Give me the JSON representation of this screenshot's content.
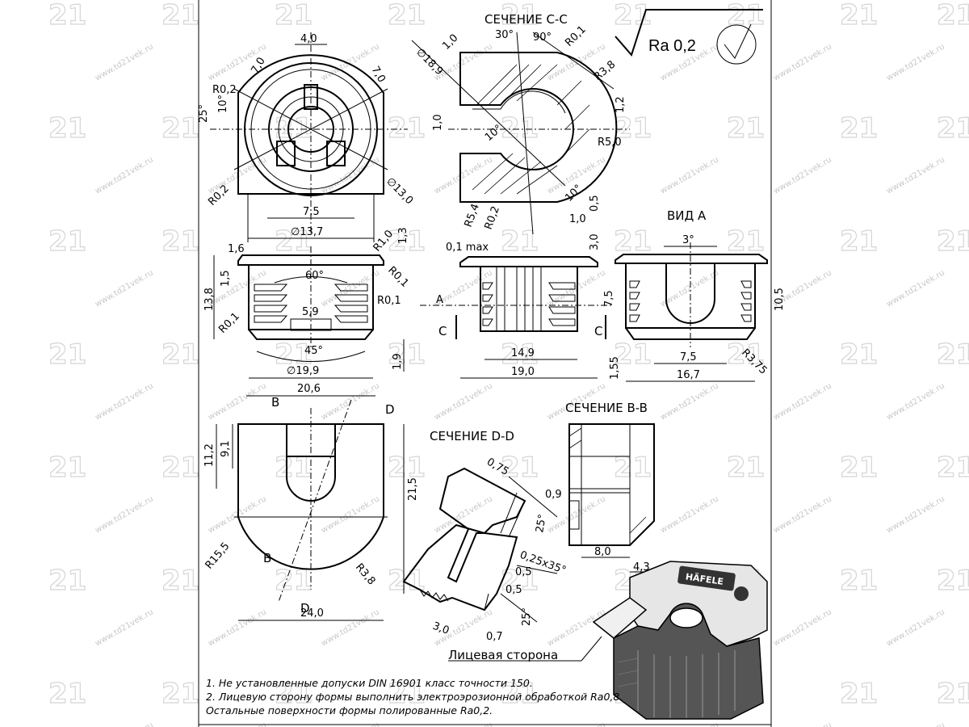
{
  "watermark": {
    "site": "www.td21vek.ru",
    "logo": "21"
  },
  "surface_finish": {
    "label": "Ra 0,2"
  },
  "section_titles": {
    "cc": "СЕЧЕНИЕ C-C",
    "view_a": "ВИД А",
    "dd": "СЕЧЕНИЕ D-D",
    "bb": "СЕЧЕНИЕ B-B"
  },
  "section_letters": {
    "a": "A",
    "b": "B",
    "c": "C",
    "d": "D"
  },
  "front_view_dims": {
    "d_4_0": "4,0",
    "d_7_0_left": "7,0",
    "d_7_0_right": "7,0",
    "r_0_2_top": "R0,2",
    "a_10": "10°",
    "a_25": "25°",
    "r_0_2_bottom": "R0,2",
    "d_13_0": "∅13,0",
    "d_7_5": "7,5",
    "d_13_7": "∅13,7"
  },
  "cc_dims": {
    "d_1_0_top": "1,0",
    "a_30": "30°",
    "a_90": "90°",
    "r_0_1": "R0,1",
    "d_18_9": "∅18,9",
    "r_3_8": "R3,8",
    "d_1_2": "1,2",
    "d_1_0_left": "1,0",
    "a_10_mid": "10°",
    "r_5_0": "R5,0",
    "a_10_bottom": "10°",
    "d_0_5": "0,5",
    "d_1_0_bottom": "1,0",
    "r_5_4": "R5,4",
    "r_0_2": "R0,2"
  },
  "side_view_dims": {
    "d_1_6": "1,6",
    "r_1_0": "R1,0",
    "d_1_3": "1,3",
    "r_0_1_top": "R0,1",
    "a_60": "60°",
    "d_13_8": "13,8",
    "d_1_5": "1,5",
    "r_0_1_mid": "R0,1",
    "d_5_9": "5,9",
    "r_0_1_left": "R0,1",
    "a_45": "45°",
    "d_19_9": "∅19,9",
    "d_1_9": "1,9",
    "d_20_6": "20,6"
  },
  "section_side_dims": {
    "d_0_1_max": "0,1 max",
    "d_3_0": "3,0",
    "d_14_9": "14,9",
    "d_19_0": "19,0"
  },
  "view_a_dims": {
    "a_3": "3°",
    "d_7_5_left": "7,5",
    "d_10_5": "10,5",
    "d_7_5_bottom": "7,5",
    "r_3_75": "R3,75",
    "d_1_55": "1,55",
    "d_16_7": "16,7"
  },
  "bottom_view_dims": {
    "d_11_2": "11,2",
    "d_9_1": "9,1",
    "d_21_5": "21,5",
    "r_15_5": "R15,5",
    "r_3_8": "R3,8",
    "d_24_0": "24,0"
  },
  "dd_dims": {
    "d_0_75": "0,75",
    "d_0_9": "0,9",
    "a_25_top": "25°",
    "chamfer": "0,25x35°",
    "d_0_5_a": "0,5",
    "d_0_5_b": "0,5",
    "a_25_bottom": "25°",
    "d_0_7": "0,7",
    "d_3_0": "3,0"
  },
  "face_label": "Лицевая сторона",
  "bb_dims": {
    "d_8_0": "8,0",
    "d_4_3": "4,3"
  },
  "product_logo": "HÄFELE",
  "notes": [
    "1. Не установленные допуски DIN 16901 класс точности 150.",
    "2. Лицевую сторону формы выполнить электроэрозионной обработкой Ra0,8.",
    "Остальные поверхности формы полированные Ra0,2."
  ]
}
